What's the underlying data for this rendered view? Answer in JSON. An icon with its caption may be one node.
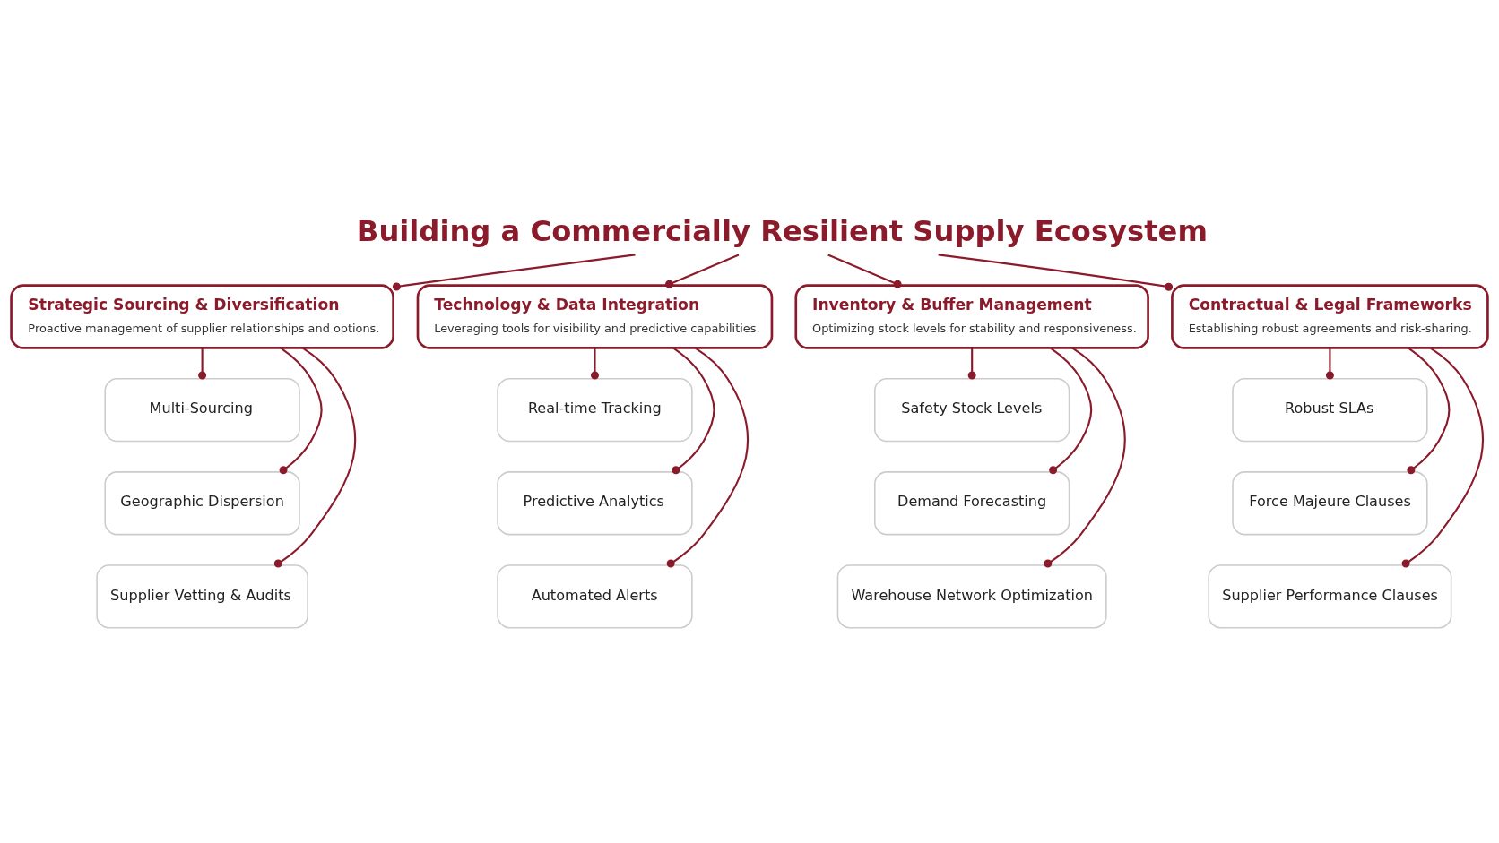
{
  "diagram": {
    "nodes": [
      {
        "text": [
          "Building a Commercially Resilient Supply Ecosystem"
        ]
      },
      {
        "text": [
          "Strategic Sourcing & Diversification",
          "Proactive management of supplier relationships and options."
        ]
      },
      {
        "text": [
          "Multi-Sourcing"
        ]
      },
      {
        "text": [
          "Geographic Dispersion"
        ]
      },
      {
        "text": [
          "Supplier Vetting & Audits"
        ]
      },
      {
        "text": [
          "Technology & Data Integration",
          "Leveraging tools for visibility and predictive capabilities."
        ]
      },
      {
        "text": [
          "Real-time Tracking"
        ]
      },
      {
        "text": [
          "Predictive Analytics"
        ]
      },
      {
        "text": [
          "Automated Alerts"
        ]
      },
      {
        "text": [
          "Inventory & Buffer Management",
          "Optimizing stock levels for stability and responsiveness."
        ]
      },
      {
        "text": [
          "Safety Stock Levels"
        ]
      },
      {
        "text": [
          "Demand Forecasting"
        ]
      },
      {
        "text": [
          "Warehouse Network Optimization"
        ]
      },
      {
        "text": [
          "Contractual & Legal Frameworks",
          "Establishing robust agreements and risk-sharing."
        ]
      },
      {
        "text": [
          "Robust SLAs"
        ]
      },
      {
        "text": [
          "Force Majeure Clauses"
        ]
      },
      {
        "text": [
          "Supplier Performance Clauses"
        ]
      }
    ],
    "edges": [
      {
        "from": 0,
        "to": 1,
        "arrow": "other"
      },
      {
        "from": 0,
        "to": 5,
        "arrow": "other"
      },
      {
        "from": 0,
        "to": 9,
        "arrow": "other"
      },
      {
        "from": 0,
        "to": 13,
        "arrow": "other"
      },
      {
        "from": 1,
        "to": 2,
        "arrow": "other"
      },
      {
        "from": 1,
        "to": 3,
        "arrow": "other"
      },
      {
        "from": 1,
        "to": 4,
        "arrow": "other"
      },
      {
        "from": 5,
        "to": 6,
        "arrow": "other"
      },
      {
        "from": 5,
        "to": 7,
        "arrow": "other"
      },
      {
        "from": 5,
        "to": 8,
        "arrow": "other"
      },
      {
        "from": 9,
        "to": 10,
        "arrow": "other"
      },
      {
        "from": 9,
        "to": 11,
        "arrow": "other"
      },
      {
        "from": 9,
        "to": 12,
        "arrow": "other"
      },
      {
        "from": 13,
        "to": 14,
        "arrow": "other"
      },
      {
        "from": 13,
        "to": 15,
        "arrow": "other"
      },
      {
        "from": 13,
        "to": 16,
        "arrow": "other"
      }
    ]
  }
}
